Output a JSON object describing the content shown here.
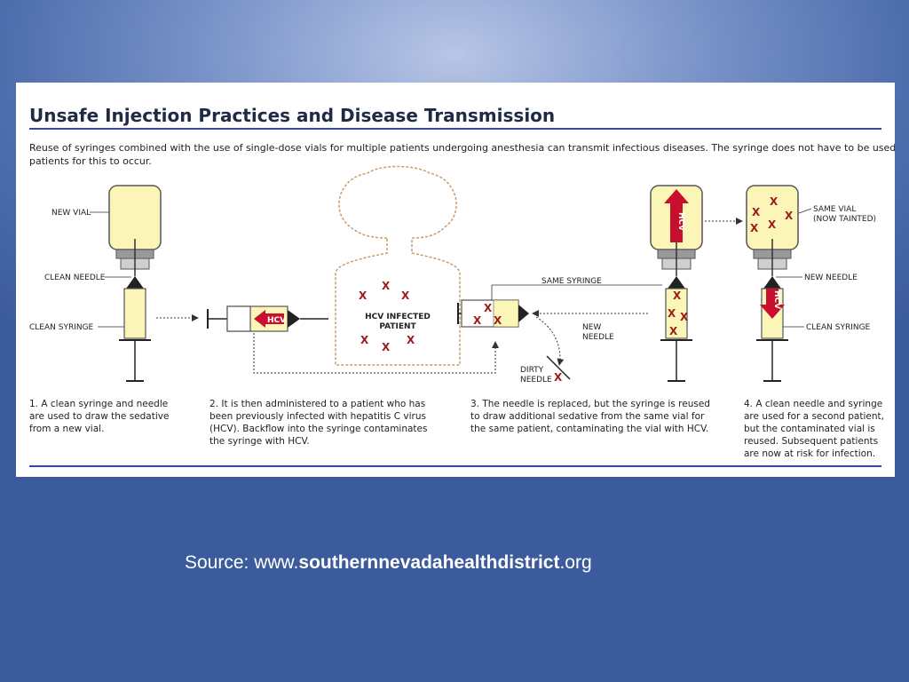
{
  "figure": {
    "title": "Unsafe Injection Practices and Disease Transmission",
    "subtitle_lines": [
      "Reuse of syringes combined with the use of single-dose vials for multiple patients undergoing anesthesia can transmit infectious diseases. The syringe does not have to be used on multiple",
      "patients for this to occur."
    ],
    "labels": {
      "new_vial": "NEW VIAL",
      "clean_needle": "CLEAN NEEDLE",
      "clean_syringe": "CLEAN SYRINGE",
      "hcv_infected": "HCV INFECTED",
      "patient": "PATIENT",
      "same_syringe": "SAME SYRINGE",
      "new": "NEW",
      "needle": "NEEDLE",
      "dirty": "DIRTY",
      "dirty_needle": "NEEDLE",
      "same_vial": "SAME VIAL",
      "now_tainted": "(NOW TAINTED)",
      "new_needle": "NEW NEEDLE",
      "clean_syringe_2": "CLEAN SYRINGE",
      "hcv": "HCV",
      "x": "X"
    },
    "steps": [
      [
        "1. A clean syringe and needle",
        "are used to draw the sedative",
        "from a new vial."
      ],
      [
        "2. It is then administered to a patient who has",
        "been previously infected with hepatitis C virus",
        "(HCV). Backflow into the syringe contaminates",
        "the syringe with HCV."
      ],
      [
        "3. The needle is replaced, but the syringe is reused",
        "to draw additional sedative from the same vial for",
        "the same patient, contaminating the vial with HCV."
      ],
      [
        "4. A clean needle and syringe",
        "are used for a second patient,",
        "but the contaminated vial is",
        "reused. Subsequent patients",
        "are now at risk for infection."
      ]
    ]
  },
  "source": {
    "prefix": "Source: www.",
    "domain": "southernnevadahealthdistrict",
    "suffix": ".org"
  },
  "colors": {
    "rule": "#3a4a9a",
    "fluid": "#fbf6b8",
    "contamination": "#9b1c1c",
    "hcv_arrow": "#c8102e"
  }
}
